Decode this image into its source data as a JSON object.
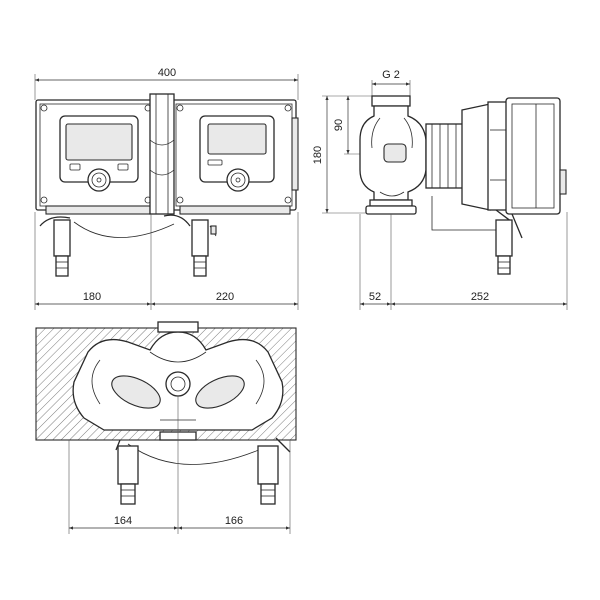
{
  "drawing": {
    "top_left_view": {
      "dim_overall_width": "400",
      "dim_left_segment": "180",
      "dim_right_segment": "220"
    },
    "top_right_view": {
      "dim_thread": "G 2",
      "dim_upper_height": "90",
      "dim_total_height": "180",
      "dim_left_offset": "52",
      "dim_depth": "252"
    },
    "bottom_view": {
      "dim_left_segment": "164",
      "dim_right_segment": "166"
    }
  },
  "colors": {
    "line": "#2a2a2a",
    "fill_light": "#e9e9e9",
    "background": "#ffffff"
  }
}
